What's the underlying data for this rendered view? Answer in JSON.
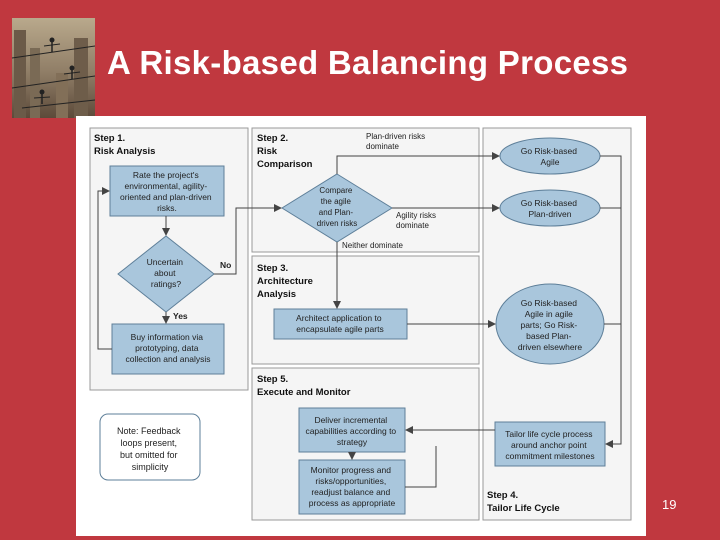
{
  "slide": {
    "title": "A Risk-based Balancing Process",
    "page_number": "19"
  },
  "colors": {
    "background": "#c0383f",
    "panel": "#ffffff",
    "section_bg": "#f5f5f5",
    "box_fill": "#a9c6dc",
    "box_stroke": "#5e7f99",
    "line": "#444444"
  },
  "diagram": {
    "step1": {
      "num": "Step 1.",
      "title": "Risk Analysis"
    },
    "step2": {
      "num": "Step 2.",
      "title1": "Risk",
      "title2": "Comparison"
    },
    "step3": {
      "num": "Step 3.",
      "title1": "Architecture",
      "title2": "Analysis"
    },
    "step4": {
      "num": "Step 4.",
      "title": "Tailor Life Cycle"
    },
    "step5": {
      "num": "Step 5.",
      "title": "Execute and Monitor"
    },
    "rate_box": [
      "Rate the project's",
      "environmental, agility-",
      "oriented and plan-driven",
      "risks."
    ],
    "uncertain_diamond": [
      "Uncertain",
      "about",
      "ratings?"
    ],
    "no_label": "No",
    "yes_label": "Yes",
    "buy_info_box": [
      "Buy information via",
      "prototyping, data",
      "collection and analysis"
    ],
    "note_box": [
      "Note: Feedback",
      "loops present,",
      "but omitted for",
      "simplicity"
    ],
    "compare_diamond": [
      "Compare",
      "the agile",
      "and Plan-",
      "driven risks"
    ],
    "plan_driven_dominate": [
      "Plan-driven risks",
      "dominate"
    ],
    "agility_dominate": [
      "Agility risks",
      "dominate"
    ],
    "neither_dominate": "Neither dominate",
    "go_agile": [
      "Go Risk-based",
      "Agile"
    ],
    "go_plan_driven": [
      "Go Risk-based",
      "Plan-driven"
    ],
    "go_mixed": [
      "Go Risk-based",
      "Agile in agile",
      "parts; Go Risk-",
      "based Plan-",
      "driven elsewhere"
    ],
    "architect_box": [
      "Architect application to",
      "encapsulate agile parts"
    ],
    "deliver_box": [
      "Deliver incremental",
      "capabilities according to",
      "strategy"
    ],
    "monitor_box": [
      "Monitor progress and",
      "risks/opportunities,",
      "readjust balance and",
      "process as appropriate"
    ],
    "tailor_box": [
      "Tailor life cycle process",
      "around anchor point",
      "commitment milestones"
    ]
  }
}
